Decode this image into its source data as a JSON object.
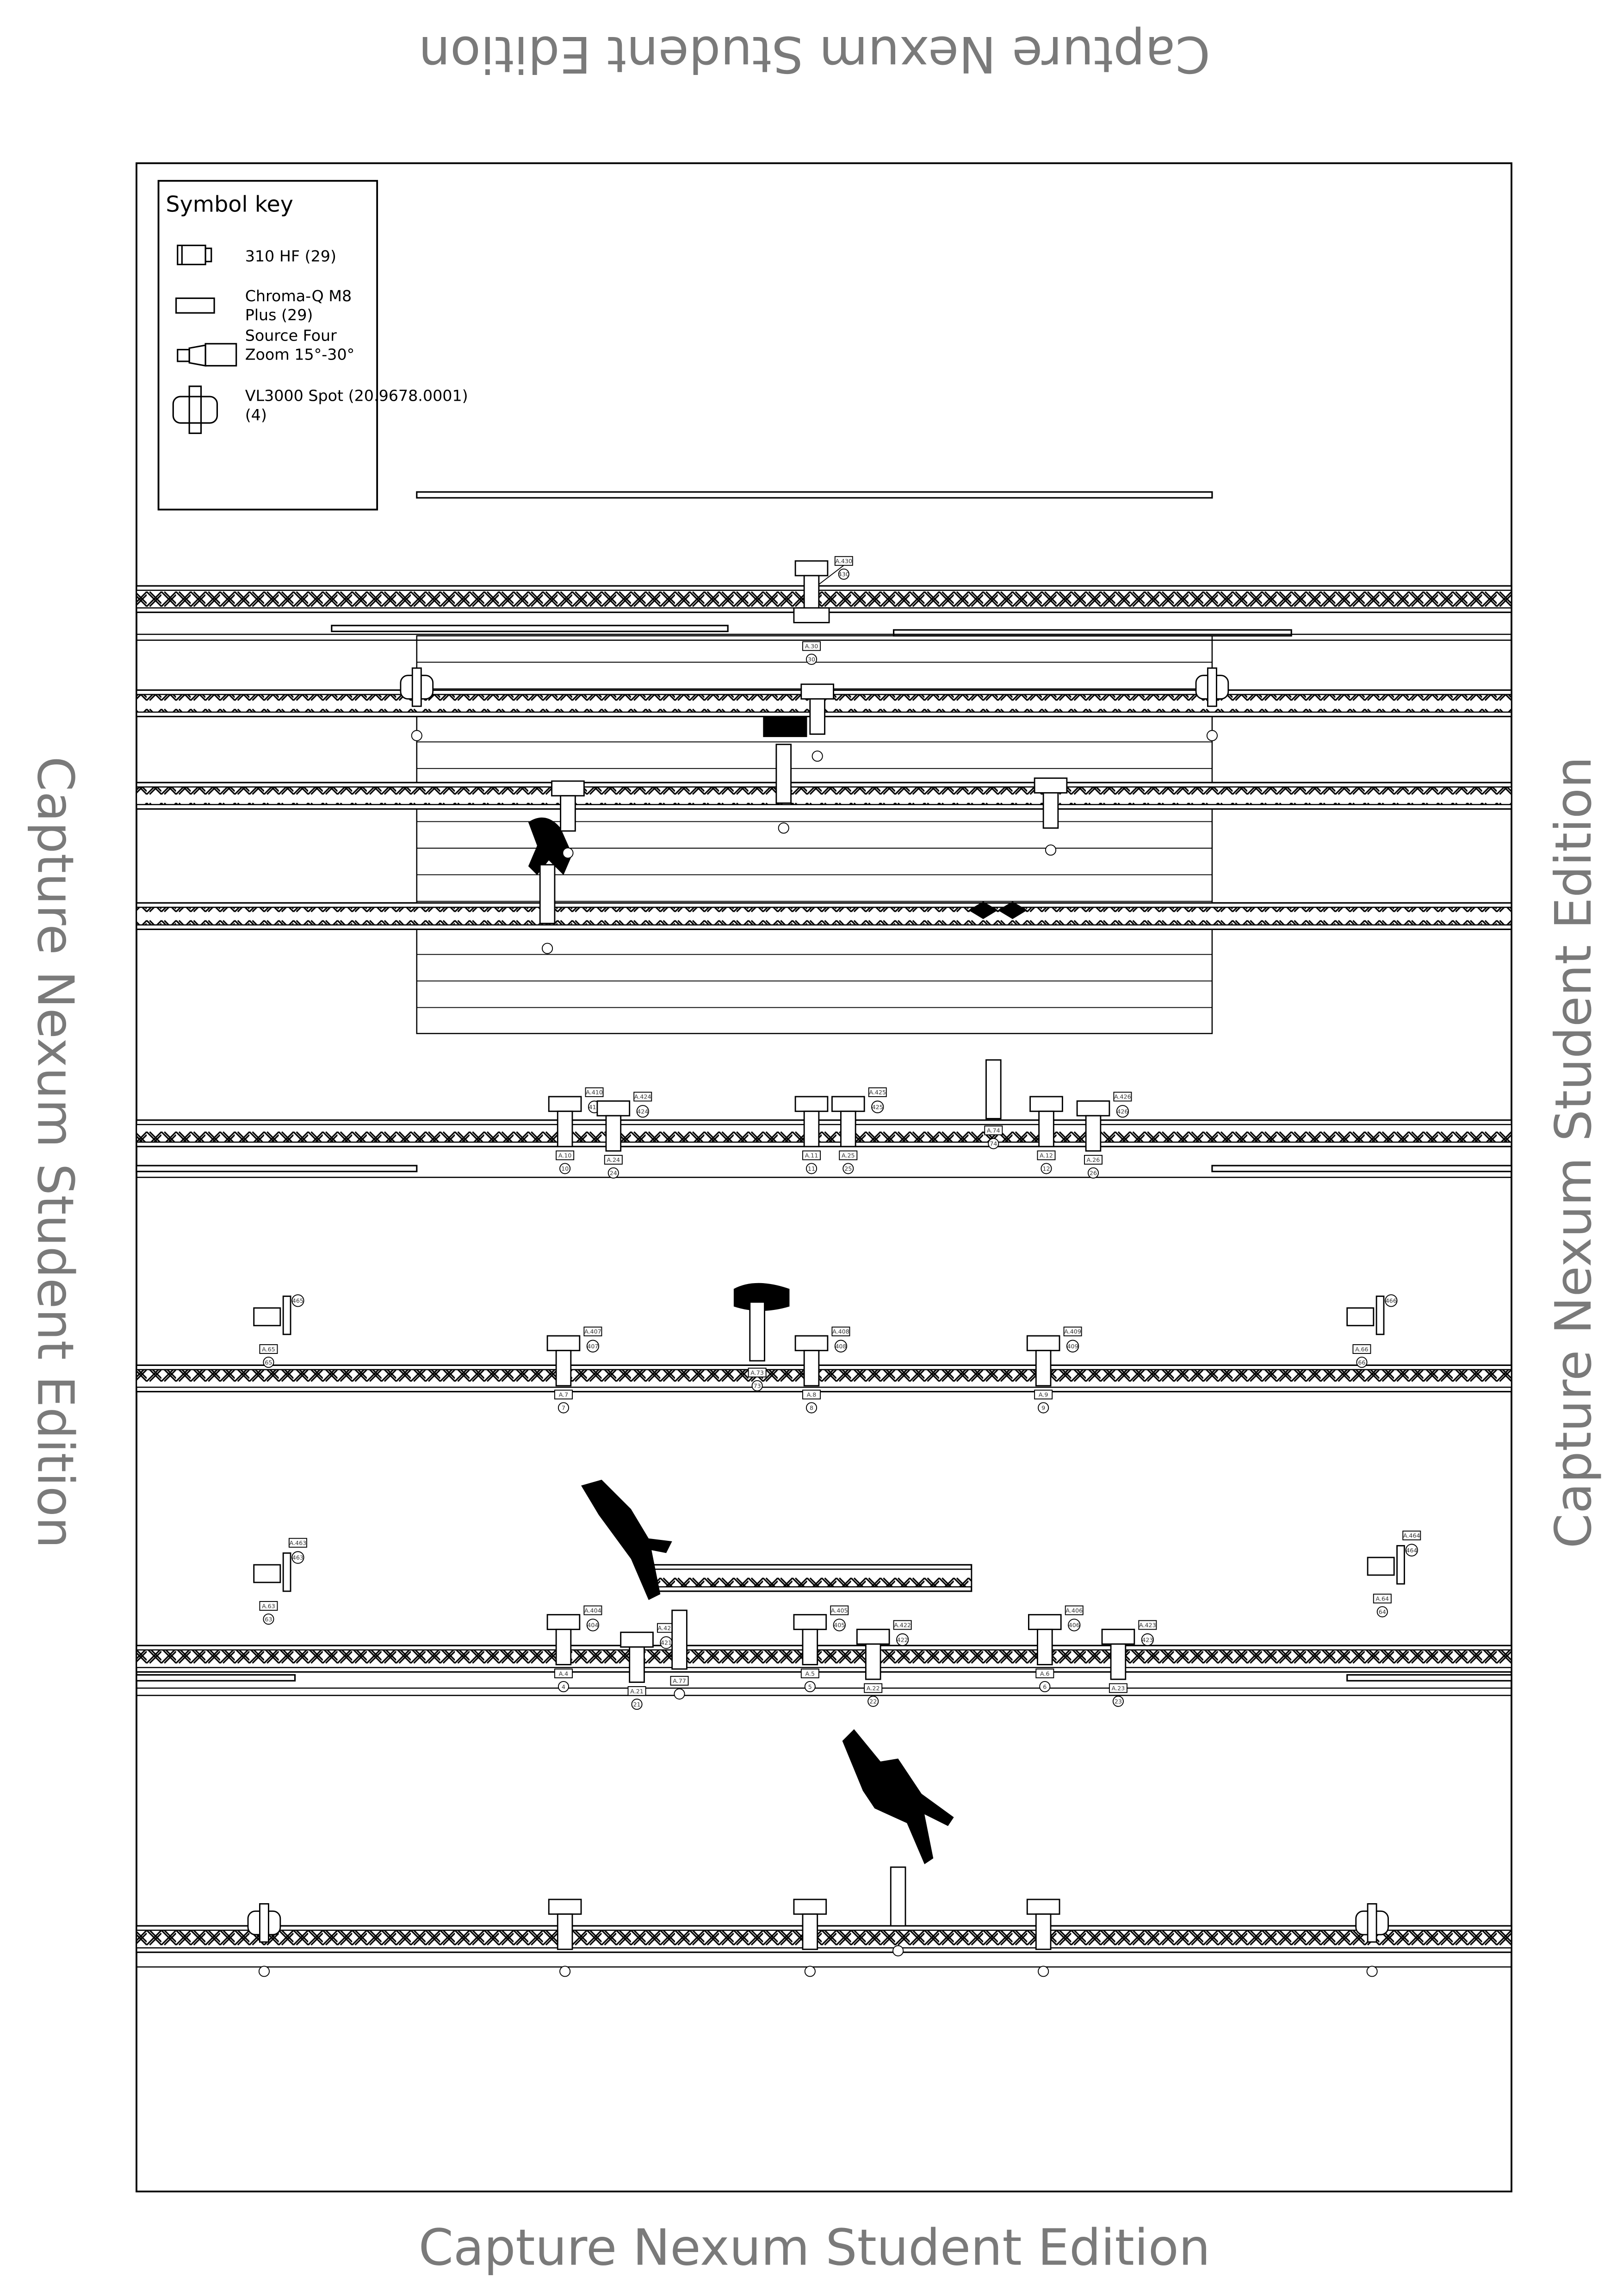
{
  "watermark": "Capture Nexum Student Edition",
  "symbol_key": {
    "title": "Symbol key",
    "items": [
      {
        "icon": "310-hf-icon",
        "label_lines": [
          "310 HF (29)"
        ]
      },
      {
        "icon": "chroma-q-m8-icon",
        "label_lines": [
          "Chroma-Q M8",
          "Plus (29)"
        ]
      },
      {
        "icon": "source-four-icon",
        "label_lines": [
          "Source Four",
          "Zoom 15°-30°"
        ]
      },
      {
        "icon": "vl3000-spot-icon",
        "label_lines": [
          "VL3000 Spot (20.9678.0001)",
          "(4)"
        ]
      }
    ]
  },
  "fixtures": [
    {
      "type": "hf",
      "addr": "A.430",
      "ch": "430"
    },
    {
      "type": "chroma",
      "addr": "A.30",
      "ch": "30"
    },
    {
      "type": "vl",
      "addr": "",
      "ch": ""
    },
    {
      "type": "vl",
      "addr": "",
      "ch": ""
    },
    {
      "type": "hf",
      "addr": "",
      "ch": ""
    },
    {
      "type": "hf",
      "addr": "",
      "ch": ""
    },
    {
      "type": "s4",
      "addr": "",
      "ch": ""
    },
    {
      "type": "hf",
      "addr": "",
      "ch": ""
    },
    {
      "type": "s4",
      "addr": "",
      "ch": ""
    },
    {
      "type": "hf",
      "addr": "A.10",
      "ch": "10",
      "addr2": "A.410",
      "ch2": "410"
    },
    {
      "type": "hf",
      "addr": "A.24",
      "ch": "24",
      "addr2": "A.424",
      "ch2": "424"
    },
    {
      "type": "hf",
      "addr": "A.11",
      "ch": "11"
    },
    {
      "type": "hf",
      "addr": "A.25",
      "ch": "25",
      "addr2": "A.425",
      "ch2": "425"
    },
    {
      "type": "s4",
      "addr": "A.74",
      "ch": "74"
    },
    {
      "type": "hf",
      "addr": "A.12",
      "ch": "12"
    },
    {
      "type": "hf",
      "addr": "A.26",
      "ch": "26",
      "addr2": "A.426",
      "ch2": "426"
    },
    {
      "type": "side",
      "addr": "A.65",
      "ch": "65",
      "addr2": "",
      "ch2": "465"
    },
    {
      "type": "hf",
      "addr": "A.7",
      "ch": "7",
      "addr2": "A.407",
      "ch2": "407"
    },
    {
      "type": "s4",
      "addr": "A.73",
      "ch": "73"
    },
    {
      "type": "hf",
      "addr": "A.8",
      "ch": "8",
      "addr2": "A.408",
      "ch2": "408"
    },
    {
      "type": "hf",
      "addr": "A.9",
      "ch": "9",
      "addr2": "A.409",
      "ch2": "409"
    },
    {
      "type": "side",
      "addr": "A.66",
      "ch": "66",
      "addr2": "",
      "ch2": "466"
    },
    {
      "type": "side",
      "addr": "A.63",
      "ch": "63",
      "addr2": "A.463",
      "ch2": "463"
    },
    {
      "type": "hf",
      "addr": "A.4",
      "ch": "4",
      "addr2": "A.404",
      "ch2": "404"
    },
    {
      "type": "hf",
      "addr": "A.21",
      "ch": "21",
      "addr2": "A.421",
      "ch2": "421"
    },
    {
      "type": "s4",
      "addr": "A.77",
      "ch": ""
    },
    {
      "type": "hf",
      "addr": "A.5",
      "ch": "5",
      "addr2": "A.405",
      "ch2": "405"
    },
    {
      "type": "hf",
      "addr": "A.22",
      "ch": "22",
      "addr2": "A.422",
      "ch2": "422"
    },
    {
      "type": "hf",
      "addr": "A.6",
      "ch": "6",
      "addr2": "A.406",
      "ch2": "406"
    },
    {
      "type": "hf",
      "addr": "A.23",
      "ch": "23",
      "addr2": "A.423",
      "ch2": "423"
    },
    {
      "type": "side",
      "addr": "A.64",
      "ch": "64",
      "addr2": "A.464",
      "ch2": "464"
    },
    {
      "type": "vl",
      "addr": "",
      "ch": ""
    },
    {
      "type": "hf",
      "addr": "",
      "ch": ""
    },
    {
      "type": "hf",
      "addr": "",
      "ch": ""
    },
    {
      "type": "s4",
      "addr": "",
      "ch": ""
    },
    {
      "type": "hf",
      "addr": "",
      "ch": ""
    },
    {
      "type": "vl",
      "addr": "",
      "ch": ""
    }
  ]
}
